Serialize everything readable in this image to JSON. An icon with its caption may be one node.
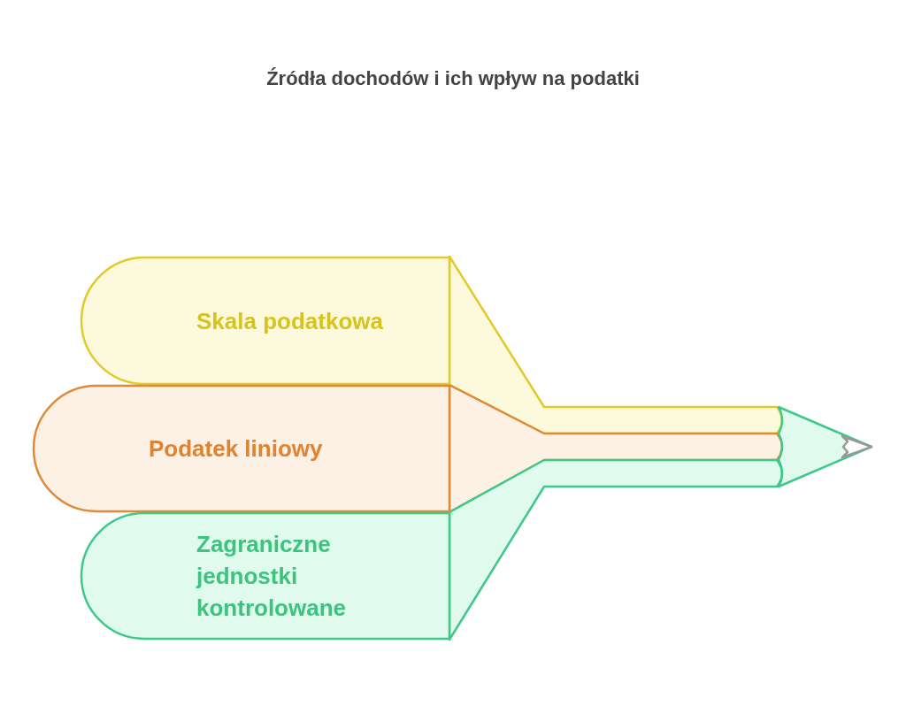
{
  "diagram": {
    "title": "Źródła dochodów i ich wpływ na podatki",
    "nodes": [
      {
        "text": [
          "Skala podatkowa"
        ]
      },
      {
        "text": [
          "Podatek liniowy"
        ]
      },
      {
        "text": [
          "Zagraniczne jednostki kontrolowane"
        ]
      }
    ]
  }
}
